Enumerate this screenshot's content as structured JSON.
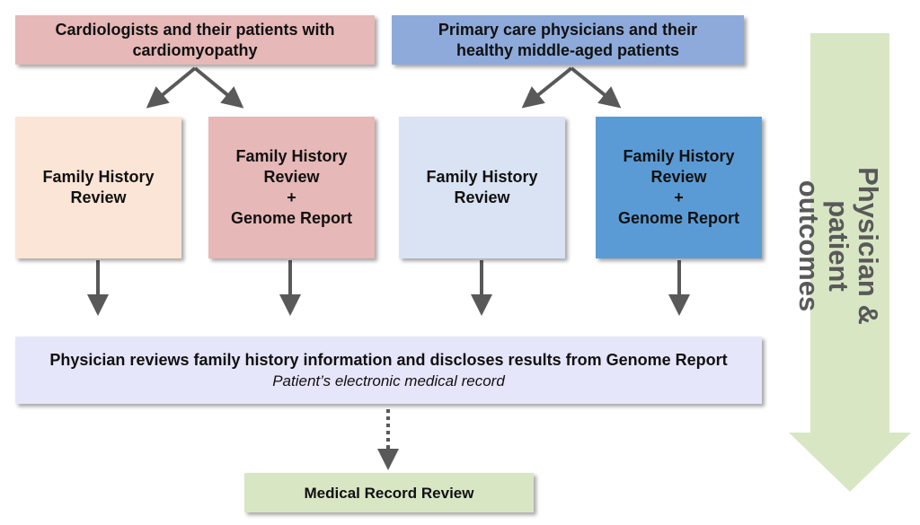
{
  "top_left": {
    "line1": "Cardiologists and their patients with",
    "line2": "cardiomyopathy"
  },
  "top_right": {
    "line1": "Primary care physicians and their",
    "line2": "healthy middle-aged patients"
  },
  "boxes": [
    {
      "line1": "Family History",
      "line2": "Review"
    },
    {
      "line1": "Family History",
      "line2": "Review",
      "line3": "+",
      "line4": "Genome Report"
    },
    {
      "line1": "Family History",
      "line2": "Review"
    },
    {
      "line1": "Family History",
      "line2": "Review",
      "line3": "+",
      "line4": "Genome Report"
    }
  ],
  "physician_box": {
    "title": "Physician reviews family history information and discloses results from Genome Report",
    "subtitle": "Patient’s electronic medical record"
  },
  "medical_record": "Medical Record Review",
  "side_arrow": {
    "line1": "Physician & patient",
    "line2": "outcomes"
  },
  "colors": {
    "cardio": "#e6b8b7",
    "primary": "#8eaadb",
    "peach": "#fbe5d6",
    "light_blue": "#dae3f3",
    "blue": "#5b9bd5",
    "lavender": "#e6e6fa",
    "green": "#d9e6c4",
    "arrow": "#595959"
  }
}
